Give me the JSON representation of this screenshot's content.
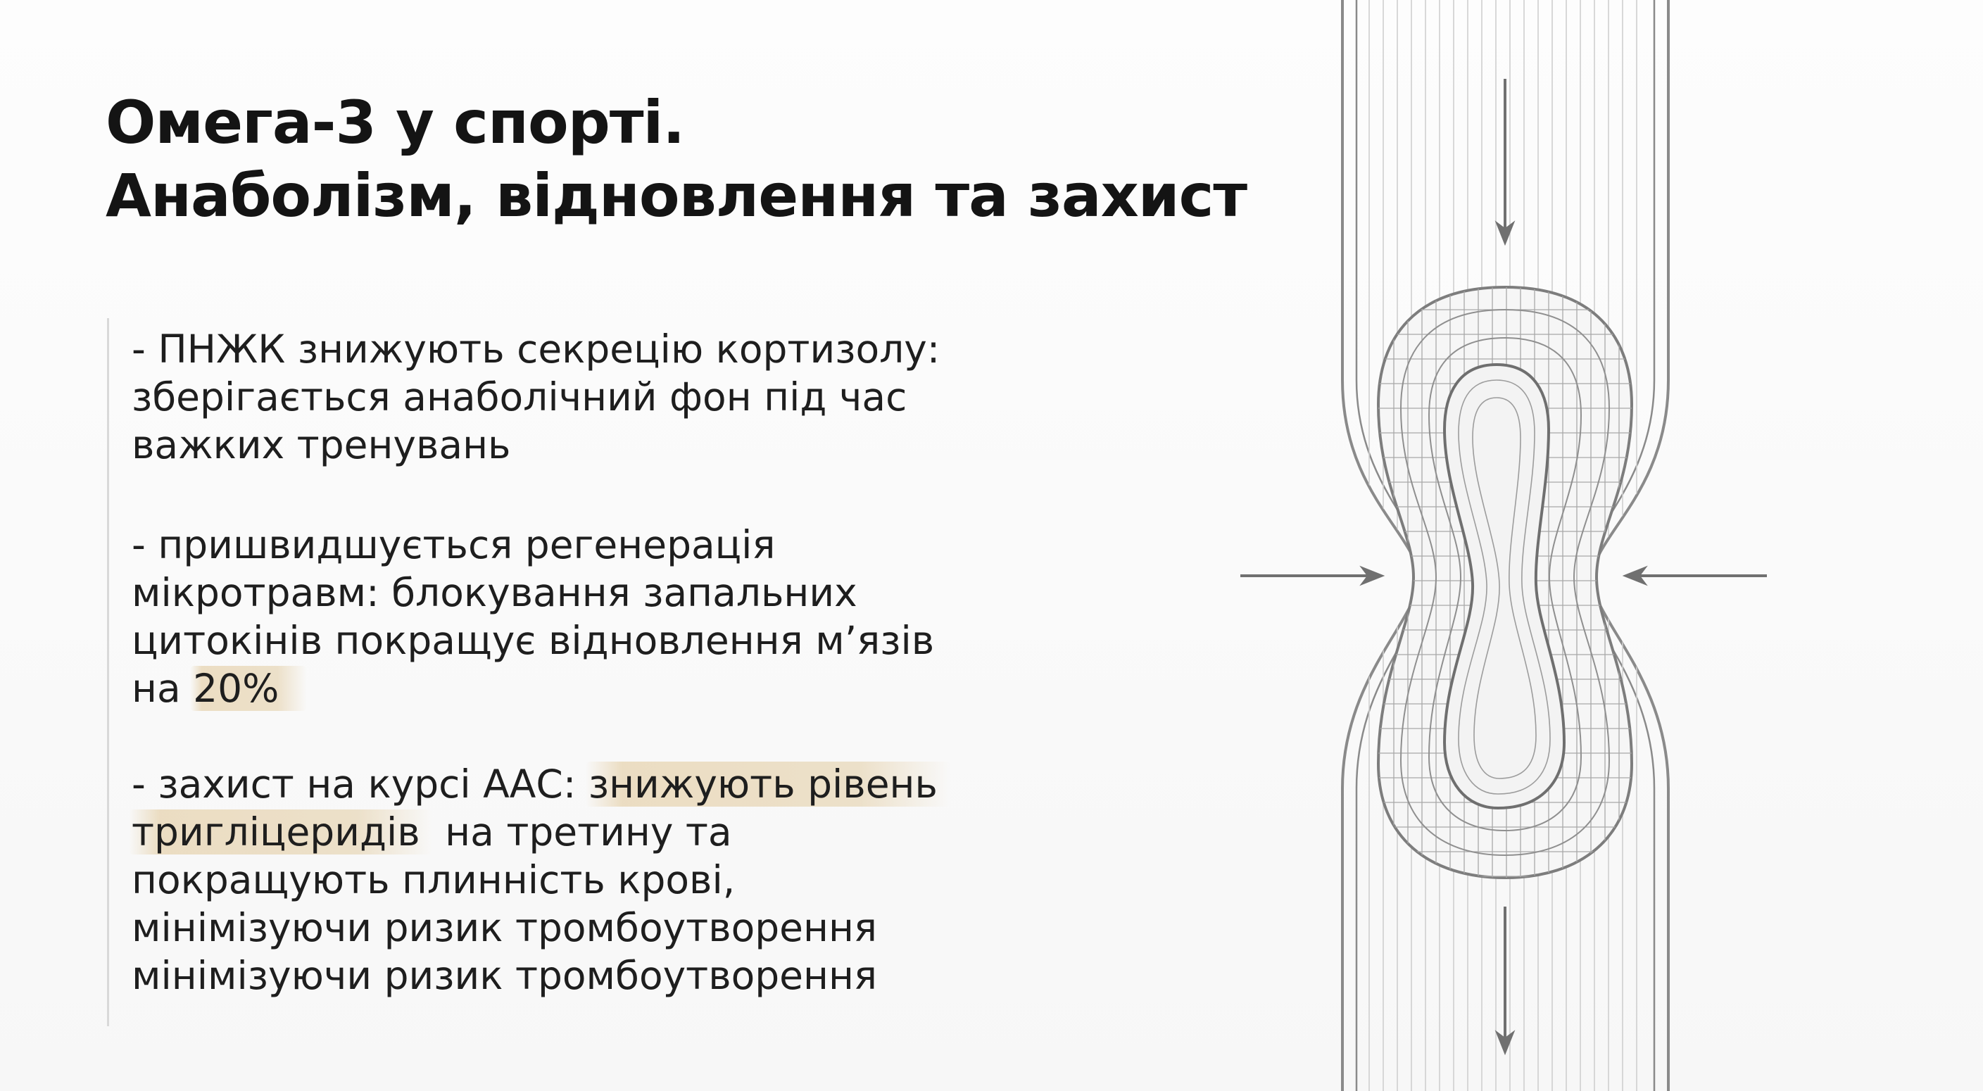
{
  "slide": {
    "title_lines": [
      "Омега-3 у спорті.",
      "Анаболізм, відновлення та захист"
    ],
    "bullets": [
      {
        "lines": [
          "- ПНЖК знижують секрецію кортизолу:",
          "зберігається анаболічний фон під час",
          "важких тренувань"
        ]
      },
      {
        "lines": [
          "- пришвидшується регенерація",
          "мікротравм: блокування запальних",
          "цитокінів покращує відновлення м’язів"
        ],
        "last_line_prefix": "на ",
        "highlight": "20%"
      },
      {
        "line1_prefix": "- захист на курсі ААС: ",
        "line1_highlight": "знижують рівень",
        "line2_highlight": "тригліцеридів",
        "line2_suffix": " на третину та",
        "lines_rest": [
          "покращують плинність крові,",
          "мінімізуючи ризик тромбоутворення",
          "мінімізуючи ризик тромбоутворення"
        ]
      }
    ],
    "illustration": {
      "description_icon": "compressed-vessel-diagram-icon",
      "accent_color": "#6f6f6f",
      "highlight_color": "#e0c696"
    }
  }
}
